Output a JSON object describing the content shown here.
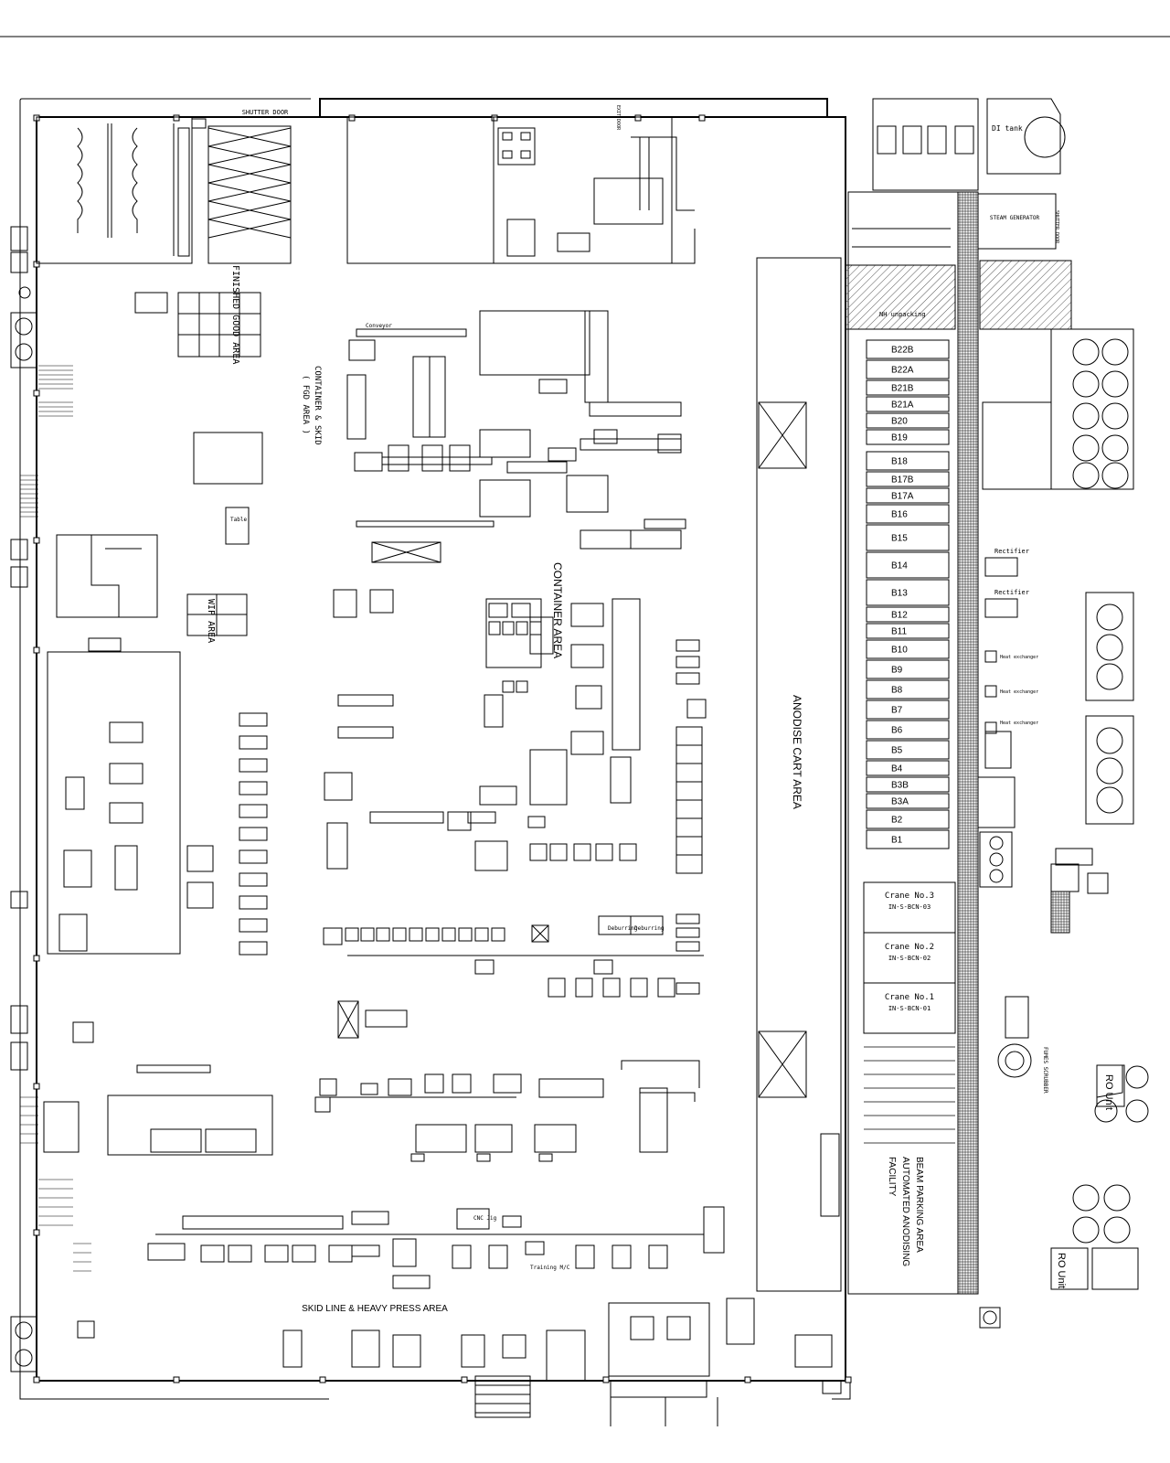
{
  "labels": {
    "shutter_door_top": "SHUTTER DOOR",
    "finished_good_area": "FINISHED GOOD AREA",
    "container_skid": "CONTAINER & SKID",
    "fgd_area": "( FGD AREA )",
    "container_area": "CONTAINER AREA",
    "anodise_cart_area": "ANODISE CART AREA",
    "wip_area": "WIP AREA",
    "skid_line": "SKID LINE & HEAVY PRESS AREA",
    "beam_parking_1": "BEAM PARKING AREA",
    "beam_parking_2": "AUTOMATED ANODISING",
    "beam_parking_3": "FACILITY",
    "di_tank": "DI tank",
    "steam_generator": "STEAM GENERATOR",
    "ro_unit_1": "RO Unit",
    "ro_unit_2": "RO Unit",
    "rectifier_1": "Rectifier",
    "rectifier_2": "Rectifier",
    "heat_exchanger_1": "Heat exchanger",
    "heat_exchanger_2": "Heat exchanger",
    "heat_exchanger_3": "Heat exchanger",
    "fumes_scrubber": "FUMES SCRUBBER",
    "nh_unpacking": "NH unpacking",
    "table": "Table",
    "conveyor": "Conveyor",
    "deburring_1": "Deburring",
    "deburring_2": "Deburring",
    "training_mc": "Training M/C",
    "cnc_jig": "CNC Jig",
    "exit_door": "EXIT DOOR",
    "shutter_door_side": "SHUTTER DOOR",
    "crane_no3": "Crane No.3",
    "crane_no3_code": "IN-S-BCN-03",
    "crane_no2": "Crane No.2",
    "crane_no2_code": "IN-S-BCN-02",
    "crane_no1": "Crane No.1",
    "crane_no1_code": "IN-S-BCN-01"
  },
  "bays": [
    "B22B",
    "B22A",
    "B21B",
    "B21A",
    "B20",
    "B19",
    "B18",
    "B17B",
    "B17A",
    "B16",
    "B15",
    "B14",
    "B13",
    "B12",
    "B11",
    "B10",
    "B9",
    "B8",
    "B7",
    "B6",
    "B5",
    "B4",
    "B3B",
    "B3A",
    "B2",
    "B1"
  ],
  "colors": {
    "line": "#000000",
    "hatch": "#555555",
    "background": "#ffffff"
  }
}
